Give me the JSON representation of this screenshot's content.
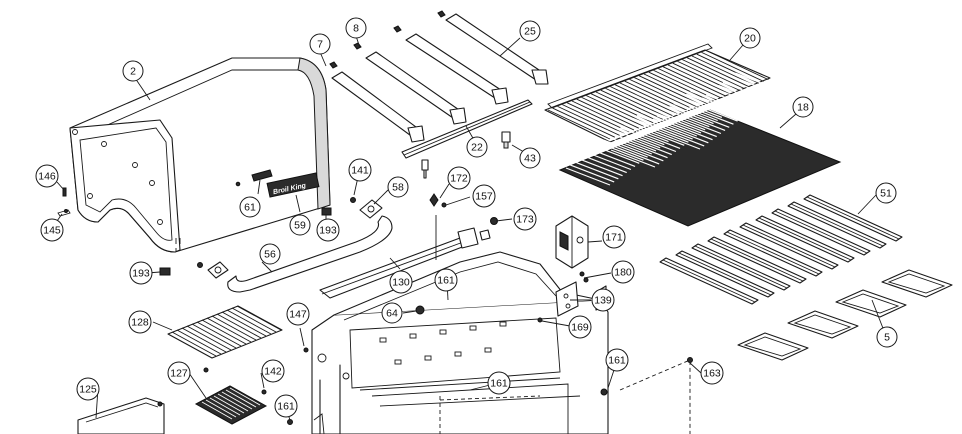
{
  "diagram": {
    "logo_text": "Broil King",
    "callouts": [
      {
        "id": "c2",
        "label": "2"
      },
      {
        "id": "c7",
        "label": "7"
      },
      {
        "id": "c8",
        "label": "8"
      },
      {
        "id": "c25",
        "label": "25"
      },
      {
        "id": "c20",
        "label": "20"
      },
      {
        "id": "c18",
        "label": "18"
      },
      {
        "id": "c22",
        "label": "22"
      },
      {
        "id": "c43",
        "label": "43"
      },
      {
        "id": "c146",
        "label": "146"
      },
      {
        "id": "c145",
        "label": "145"
      },
      {
        "id": "c141",
        "label": "141"
      },
      {
        "id": "c58",
        "label": "58"
      },
      {
        "id": "c61",
        "label": "61"
      },
      {
        "id": "c59",
        "label": "59"
      },
      {
        "id": "c193a",
        "label": "193"
      },
      {
        "id": "c172",
        "label": "172"
      },
      {
        "id": "c157",
        "label": "157"
      },
      {
        "id": "c173",
        "label": "173"
      },
      {
        "id": "c51",
        "label": "51"
      },
      {
        "id": "c56",
        "label": "56"
      },
      {
        "id": "c171",
        "label": "171"
      },
      {
        "id": "c193b",
        "label": "193"
      },
      {
        "id": "c130",
        "label": "130"
      },
      {
        "id": "c161a",
        "label": "161"
      },
      {
        "id": "c180",
        "label": "180"
      },
      {
        "id": "c139",
        "label": "139"
      },
      {
        "id": "c128",
        "label": "128"
      },
      {
        "id": "c147",
        "label": "147"
      },
      {
        "id": "c64",
        "label": "64"
      },
      {
        "id": "c169",
        "label": "169"
      },
      {
        "id": "c5",
        "label": "5"
      },
      {
        "id": "c161b",
        "label": "161"
      },
      {
        "id": "c163",
        "label": "163"
      },
      {
        "id": "c127",
        "label": "127"
      },
      {
        "id": "c142",
        "label": "142"
      },
      {
        "id": "c161c",
        "label": "161"
      },
      {
        "id": "c125",
        "label": "125"
      },
      {
        "id": "c161d",
        "label": "161"
      }
    ]
  }
}
